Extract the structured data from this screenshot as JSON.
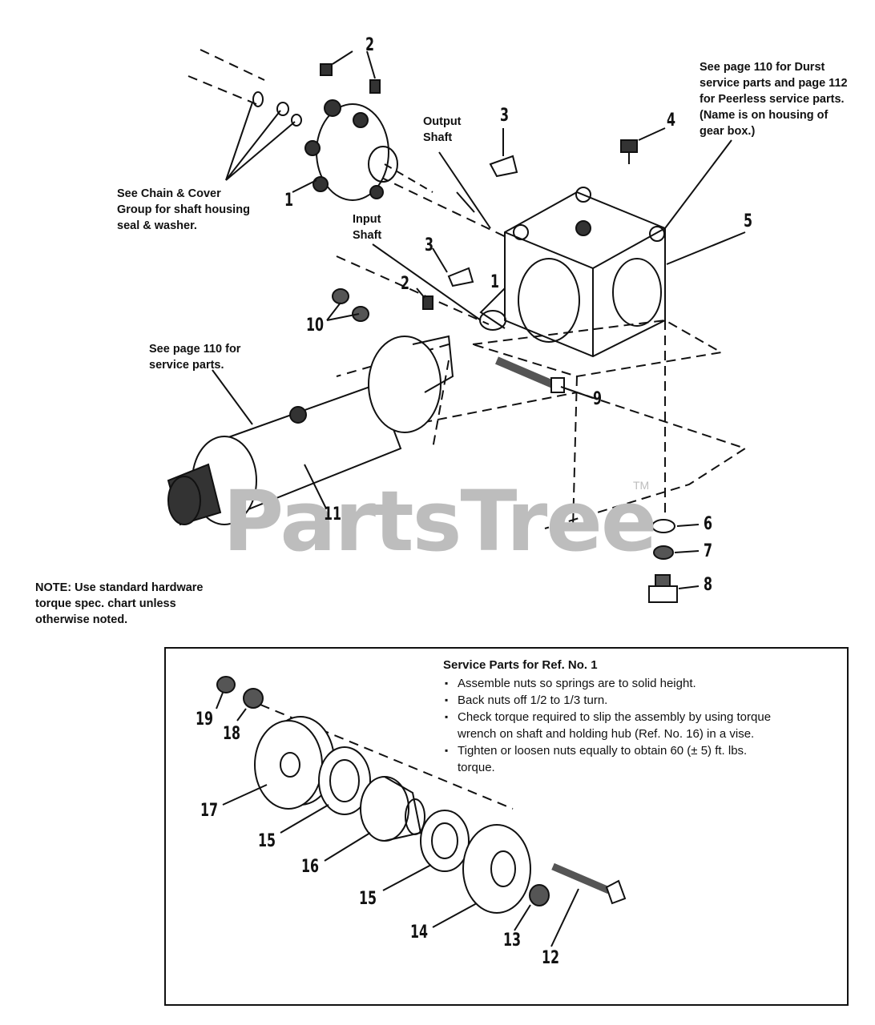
{
  "watermark": "PartsTree",
  "watermark_tm": "TM",
  "notes": {
    "chain_cover": "See Chain & Cover\nGroup for shaft housing\nseal & washer.",
    "durst_peerless": "See page 110 for Durst\nservice parts and page 112\nfor Peerless service parts.\n(Name is on housing of\ngear box.)",
    "output_shaft": "Output\nShaft",
    "input_shaft": "Input\nShaft",
    "driveshaft": "See page 110 for\nservice parts.",
    "torque_note": "NOTE: Use standard hardware\ntorque spec. chart unless\notherwise noted."
  },
  "callouts": {
    "n1a": "1",
    "n1b": "1",
    "n2a": "2",
    "n2b": "2",
    "n3a": "3",
    "n3b": "3",
    "n4": "4",
    "n5": "5",
    "n6": "6",
    "n7": "7",
    "n8": "8",
    "n9": "9",
    "n10": "10",
    "n11": "11",
    "n12": "12",
    "n13": "13",
    "n14": "14",
    "n15a": "15",
    "n15b": "15",
    "n16": "16",
    "n17": "17",
    "n18": "18",
    "n19": "19"
  },
  "service_parts": {
    "heading": "Service Parts for Ref. No. 1",
    "items": [
      "Assemble nuts so springs are to solid height.",
      "Back nuts off 1/2 to 1/3 turn.",
      "Check torque required to slip the assembly by using torque wrench on shaft and holding hub (Ref. No. 16) in a vise.",
      "Tighten or loosen nuts equally to obtain 60 (± 5) ft. lbs. torque."
    ]
  }
}
